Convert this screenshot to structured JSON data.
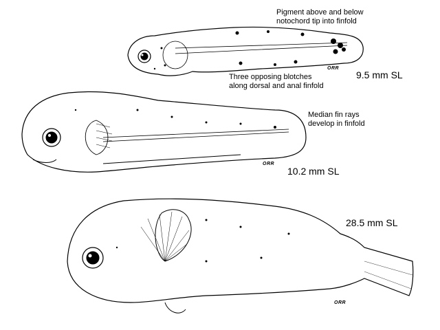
{
  "annotations": {
    "pigment_line1": "Pigment above and below",
    "pigment_line2": "notochord tip into finfold",
    "blotches_line1": "Three opposing blotches",
    "blotches_line2": "along dorsal and anal finfold",
    "fin_rays_line1": "Median fin rays",
    "fin_rays_line2": "develop in finfold"
  },
  "specimens": [
    {
      "size_label": "9.5 mm SL",
      "signature": "ORR"
    },
    {
      "size_label": "10.2 mm SL",
      "signature": "ORR"
    },
    {
      "size_label": "28.5 mm SL",
      "signature": "ORR"
    }
  ]
}
